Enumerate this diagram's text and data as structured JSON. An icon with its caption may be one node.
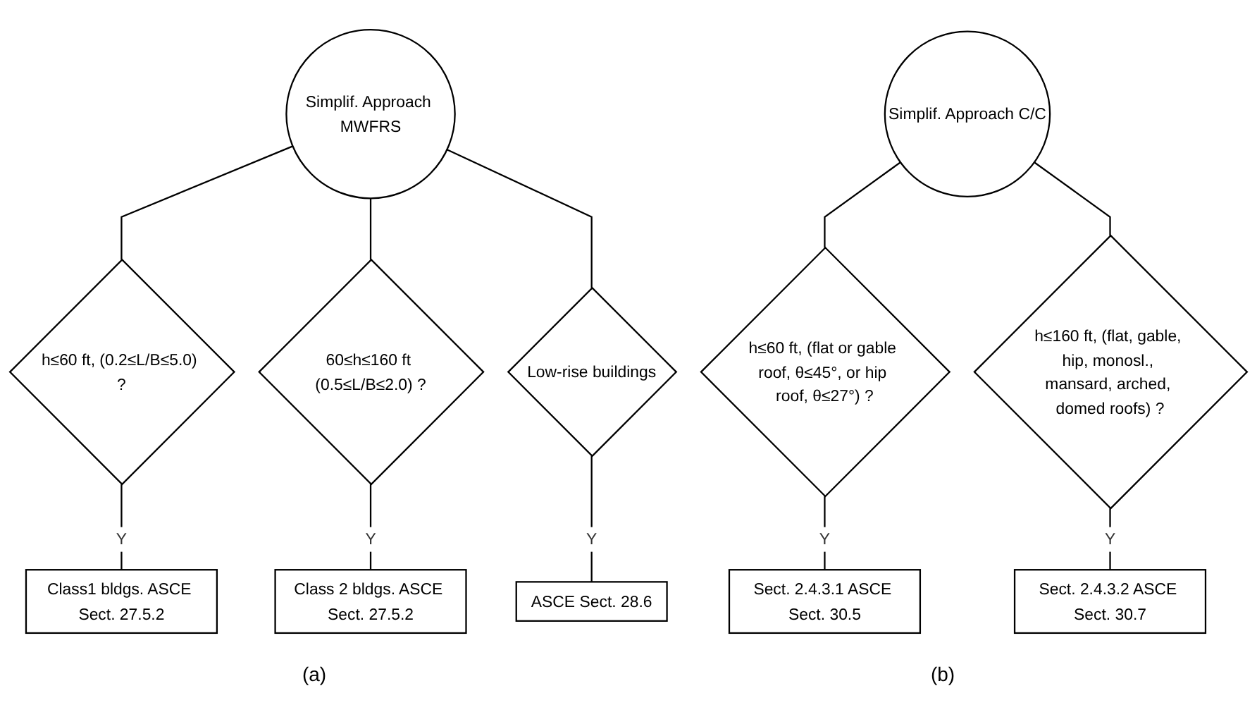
{
  "diagram": {
    "nodes": [
      {
        "text": [
          "Simplif. Approach MWFRS"
        ]
      },
      {
        "text": [
          "h≤60 ft, (0.2≤L/B≤5.0) ?"
        ]
      },
      {
        "text": [
          "60≤h≤160 ft (0.5≤L/B≤2.0) ?"
        ]
      },
      {
        "text": [
          "Low-rise buildings"
        ]
      },
      {
        "text": [
          "Class1 bldgs. ASCE Sect. 27.5.2"
        ]
      },
      {
        "text": [
          "Class 2 bldgs. ASCE Sect. 27.5.2"
        ]
      },
      {
        "text": [
          "ASCE Sect. 28.6"
        ]
      },
      {
        "text": [
          "Simplif. Approach C/C"
        ]
      },
      {
        "text": [
          "h≤60 ft, (flat or gable roof, θ≤45°, or hip roof, θ≤27°) ?"
        ]
      },
      {
        "text": [
          "h≤160 ft, (flat, gable, hip, monosl., mansard, arched, domed roofs) ?"
        ]
      },
      {
        "text": [
          "Sect. 2.4.3.1 ASCE Sect. 30.5"
        ]
      },
      {
        "text": [
          "Sect. 2.4.3.2 ASCE Sect. 30.7"
        ]
      }
    ],
    "edges": [
      {
        "from": 0,
        "to": 1,
        "arrow": "none"
      },
      {
        "from": 0,
        "to": 2,
        "arrow": "none"
      },
      {
        "from": 0,
        "to": 3,
        "arrow": "none"
      },
      {
        "from": 1,
        "to": 4,
        "arrow": "none",
        "label": "Y"
      },
      {
        "from": 2,
        "to": 5,
        "arrow": "none",
        "label": "Y"
      },
      {
        "from": 3,
        "to": 6,
        "arrow": "none",
        "label": "Y"
      },
      {
        "from": 7,
        "to": 8,
        "arrow": "none"
      },
      {
        "from": 7,
        "to": 9,
        "arrow": "none"
      },
      {
        "from": 8,
        "to": 10,
        "arrow": "none",
        "label": "Y"
      },
      {
        "from": 9,
        "to": 11,
        "arrow": "none",
        "label": "Y"
      }
    ],
    "labels": [
      "(a)",
      "(b)"
    ]
  }
}
